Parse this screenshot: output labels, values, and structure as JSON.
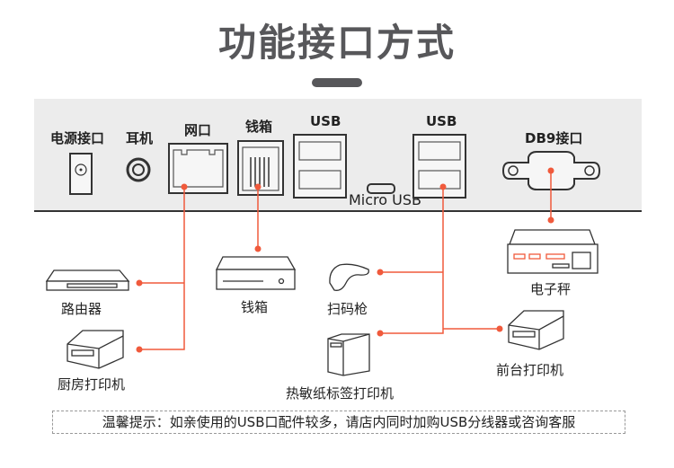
{
  "title": "功能接口方式",
  "colors": {
    "accent": "#f05a3c",
    "title": "#57575a",
    "panel": "#ececec",
    "line": "#333333"
  },
  "ports": {
    "power": "电源接口",
    "earphone": "耳机",
    "network": "网口",
    "cashbox": "钱箱",
    "usb_left": "USB",
    "usb_right": "USB",
    "micro_usb": "Micro USB",
    "db9": "DB9接口"
  },
  "devices": {
    "router": "路由器",
    "kitchen_printer": "厨房打印机",
    "cash_drawer": "钱箱",
    "scanner": "扫码枪",
    "label_printer": "热敏纸标签打印机",
    "scale": "电子秤",
    "front_printer": "前台打印机"
  },
  "note": "温馨提示：如亲使用的USB口配件较多，请店内同时加购USB分线器或咨询客服"
}
